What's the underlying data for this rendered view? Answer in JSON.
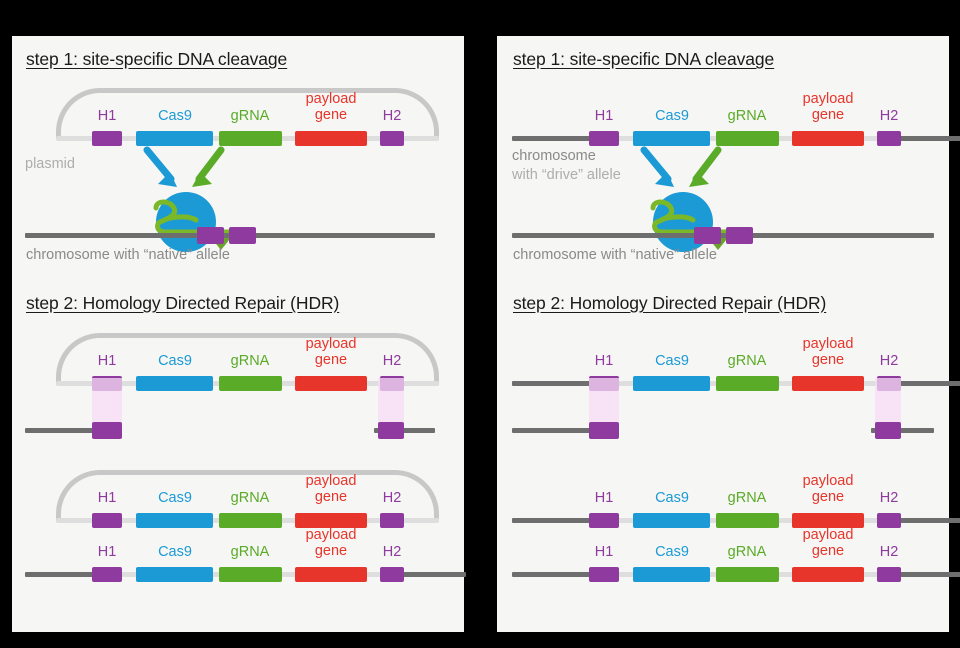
{
  "figure": {
    "background_color": "#000000",
    "panel_color": "#f6f6f4",
    "title_color": "#1a1a1a"
  },
  "colors": {
    "homology_arm": "#8e3a9e",
    "cas9_gene": "#1b9ad6",
    "grna_gene": "#5aab27",
    "payload_gene": "#e8352c",
    "backbone_gray": "#dedede",
    "chromosome_gray": "#6e6e6e",
    "plasmid_outline": "#c8c8c8",
    "homology_band": "#f7dcf5",
    "soft_label": "#adadad",
    "mid_label": "#8a8a8a"
  },
  "genes": {
    "h1": "H1",
    "cas9": "Cas9",
    "grna": "gRNA",
    "payload_line1": "payload",
    "payload_line2": "gene",
    "h2": "H2"
  },
  "panels": [
    {
      "id": "left",
      "name": "plasmid-delivery-panel",
      "step1": {
        "title": "step 1: site-specific DNA cleavage",
        "donor_type": "plasmid",
        "donor_label": "plasmid",
        "target_label": "chromosome with “native” allele"
      },
      "step2": {
        "title": "step 2: Homology Directed Repair (HDR)",
        "donor_type": "plasmid"
      }
    },
    {
      "id": "right",
      "name": "gene-drive-panel",
      "step1": {
        "title": "step 1: site-specific DNA cleavage",
        "donor_type": "chromosome",
        "donor_label_line1": "chromosome",
        "donor_label_line2": "with “drive” allele",
        "target_label": "chromosome with “native” allele"
      },
      "step2": {
        "title": "step 2: Homology Directed Repair (HDR)",
        "donor_type": "chromosome"
      }
    }
  ],
  "cas9_complex": {
    "name": "cas9-grna-ribonucleoprotein",
    "protein_color": "#1b9ad6",
    "grna_color": "#7ab82a",
    "cut_arrow_color": "#6aa32a",
    "inbound_arrows": [
      {
        "name": "cas9-protein-arrow",
        "color": "#1b9ad6"
      },
      {
        "name": "grna-arrow",
        "color": "#5aab27"
      }
    ]
  }
}
